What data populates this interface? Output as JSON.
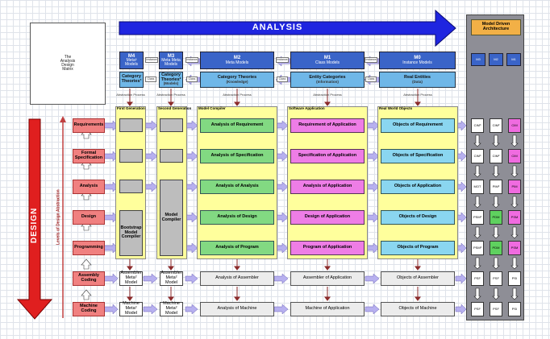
{
  "matrix": {
    "line1": "The",
    "line2": "Analysis",
    "line3": "Design",
    "line4": "Matrix"
  },
  "banner": {
    "analysis": "ANALYSIS",
    "design": "DESIGN",
    "levels": "Levels of Design Abstraction"
  },
  "models": [
    {
      "code": "M4",
      "name": "Meta³ Models"
    },
    {
      "code": "M3",
      "name": "Meta Meta Models"
    },
    {
      "code": "M2",
      "name": "Meta Models"
    },
    {
      "code": "M1",
      "name": "Class Models"
    },
    {
      "code": "M0",
      "name": "Instance Models"
    }
  ],
  "model_links": [
    "Instance",
    "Instance",
    "Instance",
    "Instance"
  ],
  "theories": [
    {
      "title": "Category Theories³",
      "sub": ""
    },
    {
      "title": "Category Theories²",
      "sub": "(Models)"
    },
    {
      "title": "Category Theories",
      "sub": "(Knowledge)"
    },
    {
      "title": "Entity Categories",
      "sub": "(Information)"
    },
    {
      "title": "Real Entities",
      "sub": "(Data)"
    }
  ],
  "theory_links": [
    "Class",
    "Class",
    "Class",
    "Class"
  ],
  "abstraction": "Abstraction Process",
  "columns": [
    "First Generation",
    "Second Generation",
    "Model Compiler",
    "Software Application",
    "Real World Objects"
  ],
  "levels": [
    "Requirements",
    "Formal Specification",
    "Analysis",
    "Design",
    "Programming",
    "Assembly Coding",
    "Machine Coding"
  ],
  "compilers": {
    "bootstrap": "Bootstrap Model Compiler",
    "model": "Model Compiler"
  },
  "model_compiler": [
    "Analysis of Requirement",
    "Analysis of Specification",
    "Analysis of Analysis",
    "Analysis of Design",
    "Analysis of Program",
    "Analysis of Assembler",
    "Analysis of Machine"
  ],
  "software_app": [
    "Requirement of Application",
    "Specification of Application",
    "Analysis of Application",
    "Design of Application",
    "Program of Application",
    "Assembler of Application",
    "Machine of Application"
  ],
  "real_world": [
    "Objects of Requirement",
    "Objects of Specification",
    "Objects of Application",
    "Objects of Design",
    "Objects of Program",
    "Objects of Assembler",
    "Objects of Machine"
  ],
  "assembler_meta": [
    "Assembler Meta² Model",
    "Assembler Meta² Model"
  ],
  "machine_meta": [
    "Machine Meta² Model",
    "Machine Meta² Model"
  ],
  "mda": {
    "title": "Model Driven Architecture",
    "top": [
      "M3",
      "M2",
      "M1"
    ],
    "rows": [
      [
        "CIM³",
        "CIM²",
        "CIM"
      ],
      [
        "CIM³",
        "CIM²",
        "CIM"
      ],
      [
        "MOT",
        "PIM²",
        "PIM"
      ],
      [
        "PSM³",
        "PDM",
        "PSM"
      ],
      [
        "PSM³",
        "PDM",
        "PSM"
      ],
      [
        "PSF",
        "PSF",
        "PSI"
      ],
      [
        "PSF",
        "PSF",
        "PSI"
      ]
    ]
  },
  "colors": {
    "model_blue": "#3a64c8",
    "theory_blue": "#6fb7e8",
    "level_red": "#f08080",
    "green": "#82d982",
    "magenta": "#ee7de6",
    "cyan": "#8ad6f0",
    "yellow": "#ffff9c",
    "mda_orange": "#f2b046"
  }
}
